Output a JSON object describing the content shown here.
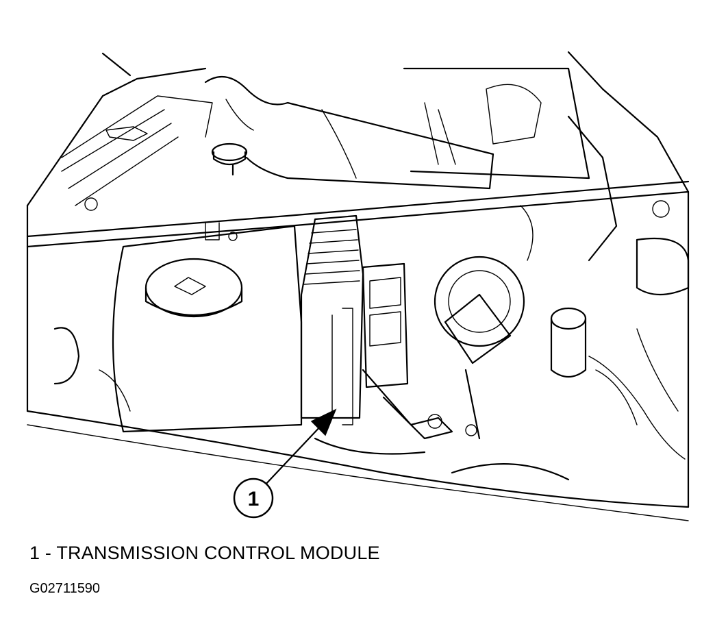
{
  "diagram": {
    "callouts": [
      {
        "number": "1",
        "label": "TRANSMISSION CONTROL MODULE"
      }
    ]
  },
  "legend": {
    "items": [
      {
        "text": "1 - TRANSMISSION CONTROL MODULE"
      }
    ]
  },
  "figure_id": "G02711590"
}
